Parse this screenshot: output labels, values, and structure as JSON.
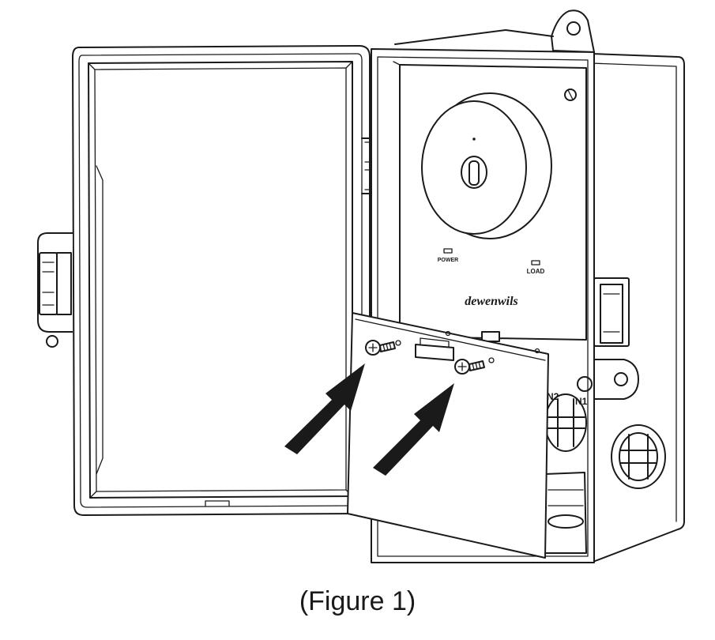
{
  "figure": {
    "caption": "(Figure 1)",
    "brand_logo": "dewenwils",
    "indicators": {
      "power_label": "POWER",
      "load_label": "LOAD"
    },
    "terminal_labels": [
      "N2",
      "N1"
    ],
    "arrow_count": 2
  }
}
